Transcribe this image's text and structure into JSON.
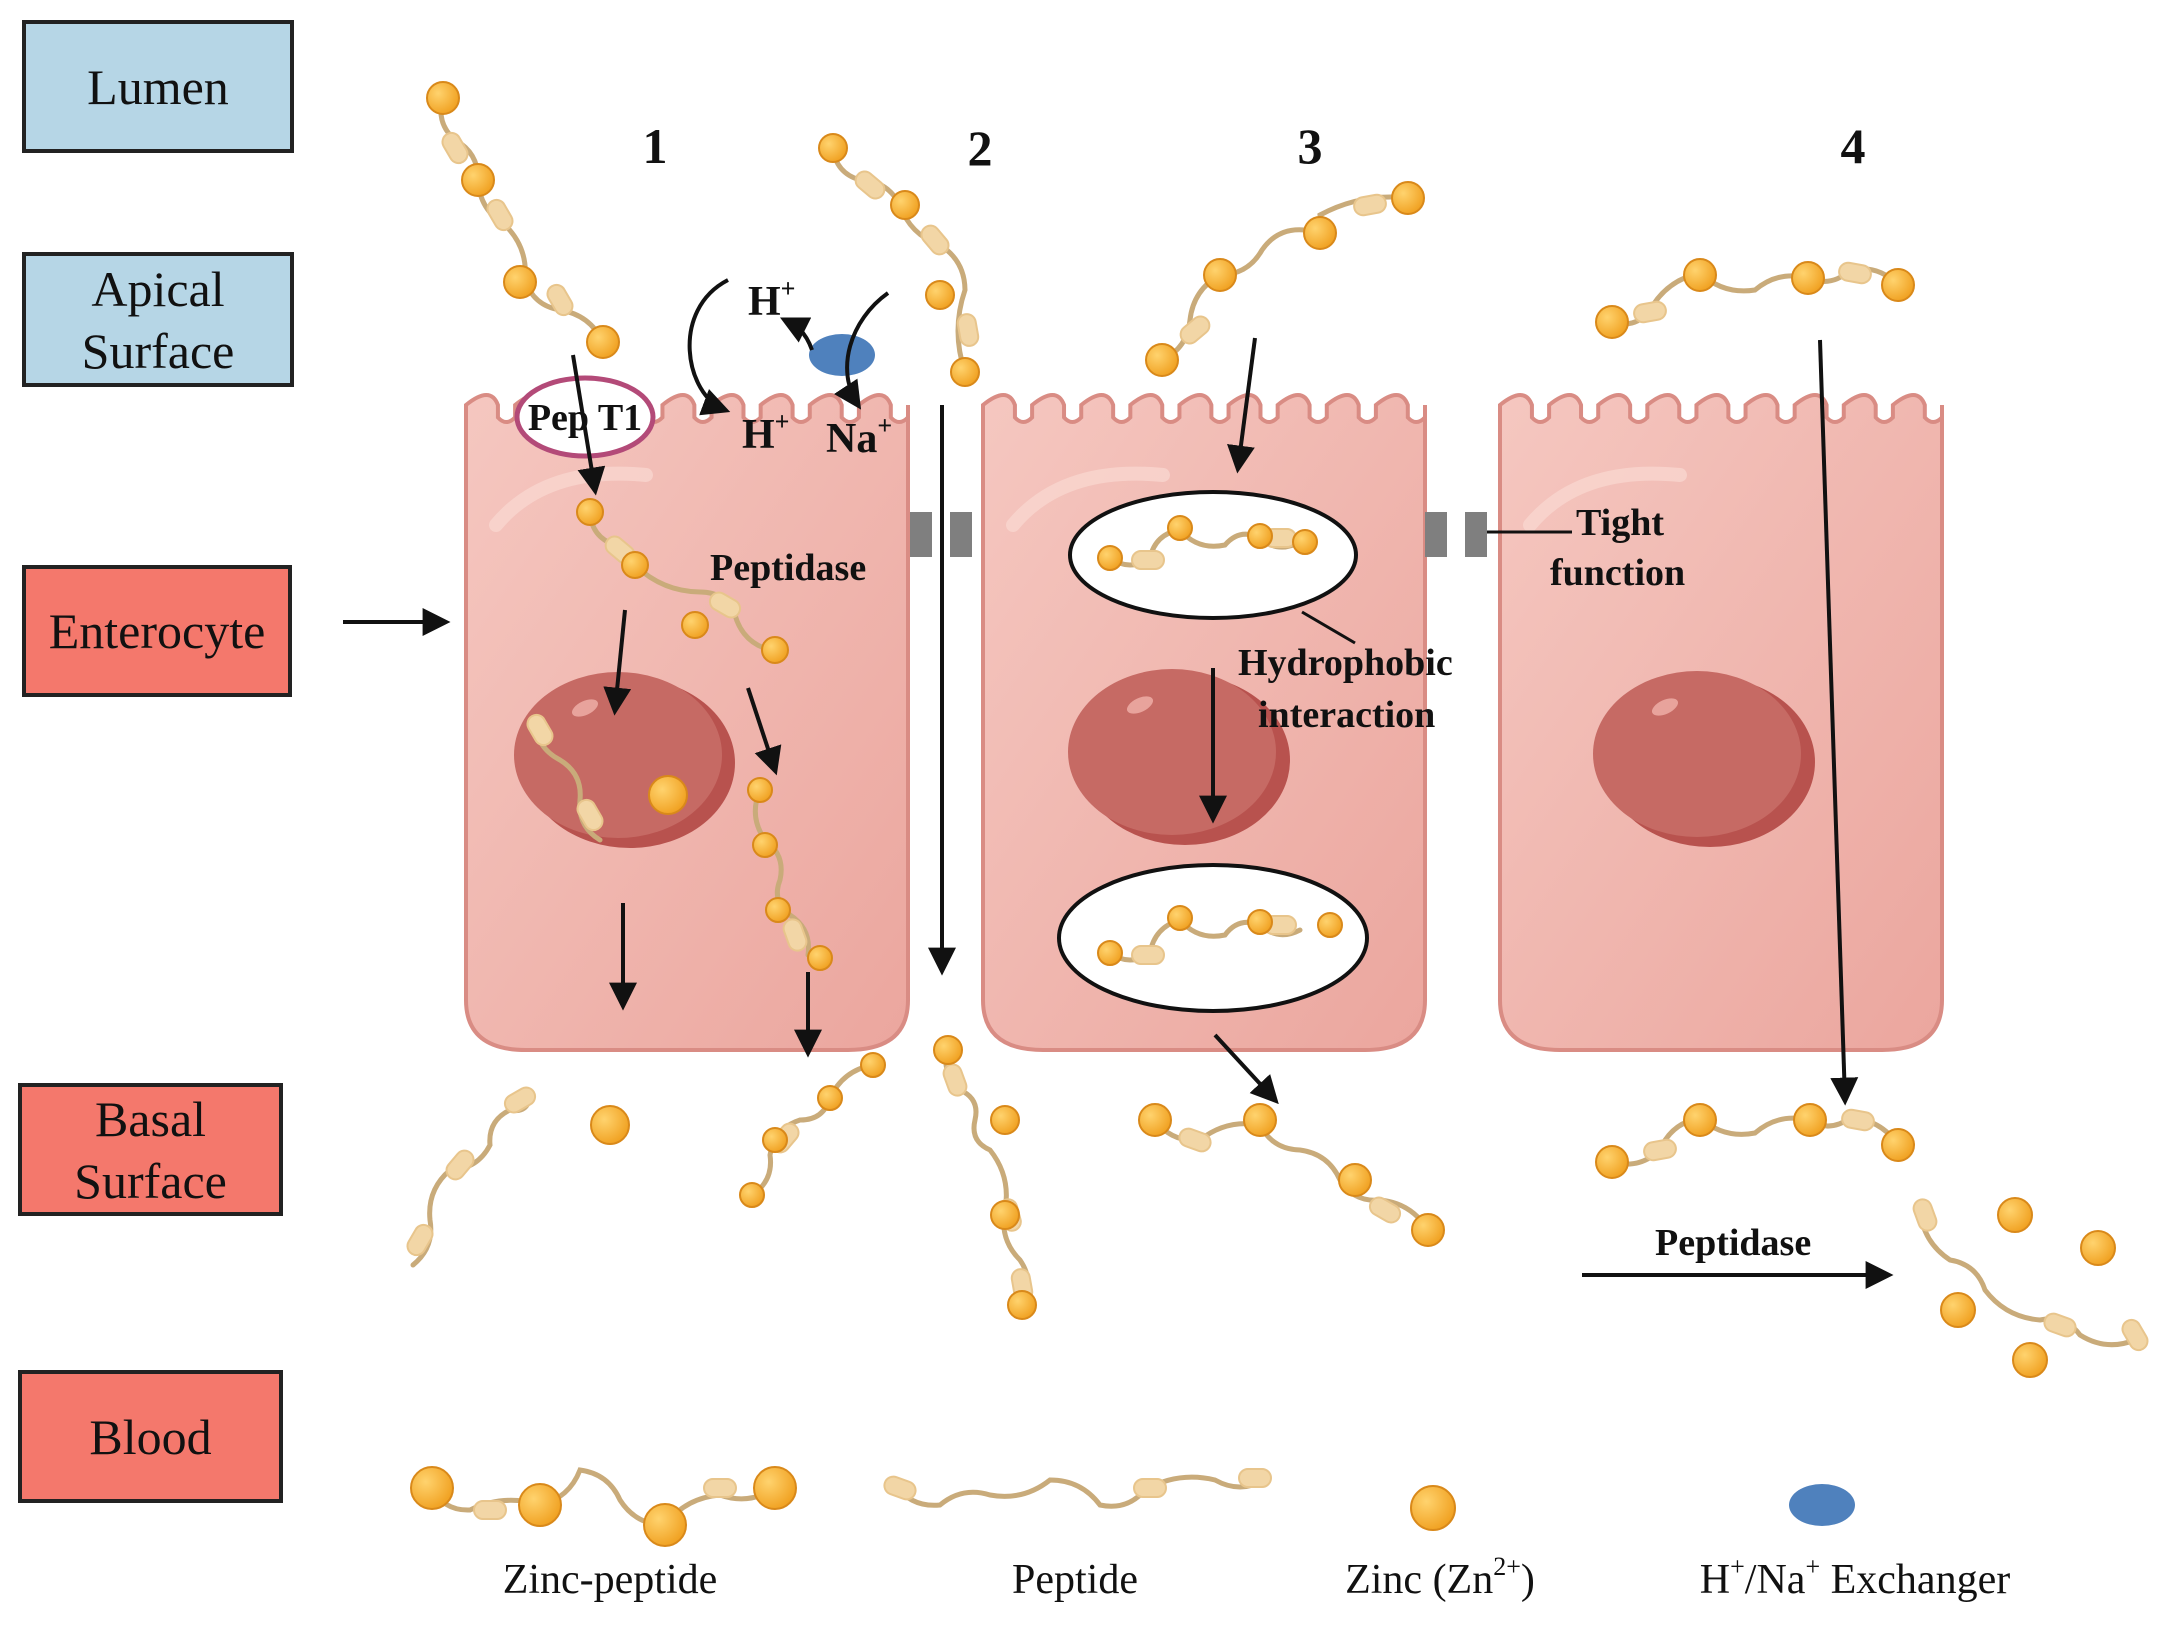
{
  "colors": {
    "cell_fill": "#f0b4ac",
    "cell_stroke": "#d98c84",
    "nucleus_fill": "#c0615c",
    "zinc_fill": "#f5a623",
    "peptide_fill": "#f2d6a6",
    "peptide_chain": "#c9ab7a",
    "exchanger_fill": "#4f81bd",
    "label_blue": "#b6d6e6",
    "label_red": "#f4786c",
    "tight_junction": "#7f7f7f"
  },
  "side_labels": {
    "lumen": "Lumen",
    "apical": "Apical\nSurface",
    "enterocyte": "Enterocyte",
    "basal": "Basal\nSurface",
    "blood": "Blood"
  },
  "pathways": {
    "p1": "1",
    "p2": "2",
    "p3": "3",
    "p4": "4"
  },
  "annotations": {
    "h_plus_top": "H",
    "h_plus_top_sup": "+",
    "h_plus_bottom": "H",
    "h_plus_bottom_sup": "+",
    "na_plus": "Na",
    "na_plus_sup": "+",
    "pept1": "Pep T1",
    "peptidase_cell": "Peptidase",
    "tight_line1": "Tight",
    "tight_line2": "function",
    "hydrophobic_line1": "Hydrophobic",
    "hydrophobic_line2": "interaction",
    "peptidase_blood": "Peptidase"
  },
  "legend": {
    "zinc_peptide": "Zinc-peptide",
    "peptide": "Peptide",
    "zinc": "Zinc (Zn",
    "zinc_sup": "2+",
    "zinc_close": ")",
    "exchanger_h": "H",
    "exchanger_h_sup": "+",
    "exchanger_na": "/Na",
    "exchanger_na_sup": "+",
    "exchanger_rest": " Exchanger"
  }
}
